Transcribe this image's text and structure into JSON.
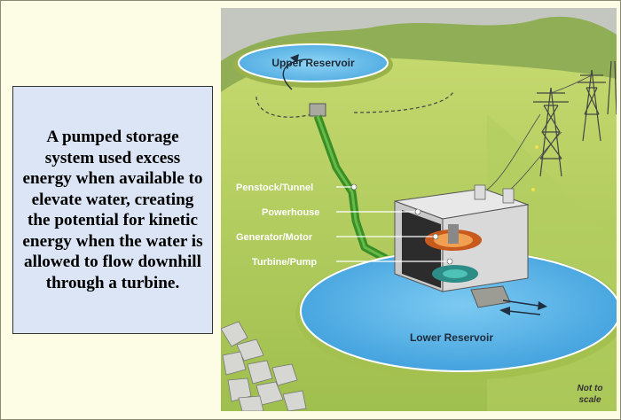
{
  "description_text": "A pumped storage system used excess energy when available to elevate water, creating the potential for kinetic energy when the water is allowed to flow downhill through a turbine.",
  "diagram": {
    "upper_reservoir": "Upper Reservoir",
    "penstock": "Penstock/Tunnel",
    "powerhouse": "Powerhouse",
    "generator": "Generator/Motor",
    "turbine": "Turbine/Pump",
    "lower_reservoir": "Lower Reservoir",
    "note_line1": "Not to",
    "note_line2": "scale"
  },
  "colors": {
    "background": "#fdfde6",
    "callout": "#dbe5f5",
    "sky": "#c3c6bd",
    "hill_light": "#b7cf62",
    "hill_dark": "#8fb04a",
    "water": "#55aee6",
    "penstock": "#3f9a2c"
  }
}
